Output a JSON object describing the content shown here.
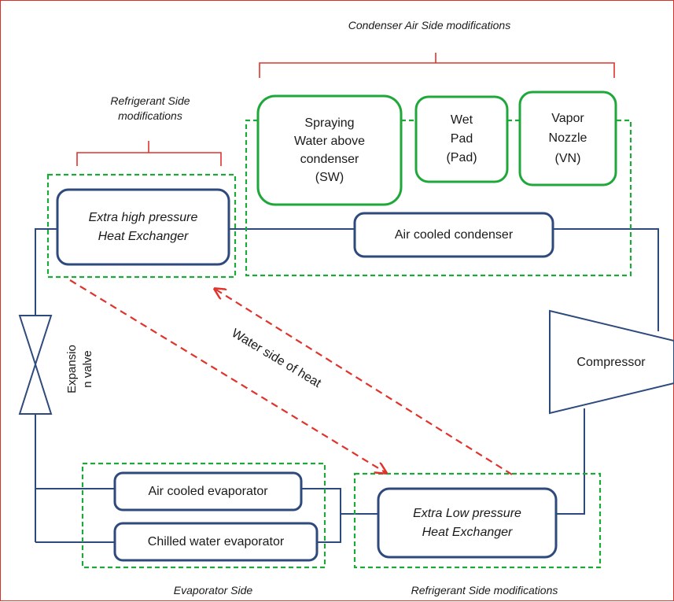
{
  "labels": {
    "condenser_air_side": "Condenser Air Side modifications",
    "refrigerant_side_top_line1": "Refrigerant Side",
    "refrigerant_side_top_line2": "modifications",
    "evaporator_side": "Evaporator Side",
    "refrigerant_side_bottom": "Refrigerant Side modifications",
    "water_side": "Water side of heat",
    "expansion_line1": "Expansio",
    "expansion_line2": "n valve"
  },
  "boxes": {
    "spraying": [
      "Spraying",
      "Water above",
      "condenser",
      "(SW)"
    ],
    "wet_pad": [
      "Wet",
      "Pad",
      "(Pad)"
    ],
    "vapor_nozzle": [
      "Vapor",
      "Nozzle",
      "(VN)"
    ],
    "extra_high_line1": "Extra high pressure",
    "extra_high_line2": "Heat Exchanger",
    "air_cooled_condenser": "Air cooled condenser",
    "compressor": "Compressor",
    "air_cooled_evaporator": "Air cooled evaporator",
    "chilled_water_evaporator": "Chilled water evaporator",
    "extra_low_line1": "Extra Low pressure",
    "extra_low_line2": "Heat Exchanger"
  },
  "colors": {
    "pipe": "#2e4a7d",
    "green": "#1fa83a",
    "red": "#e0332b",
    "text": "#1a1a1a"
  }
}
